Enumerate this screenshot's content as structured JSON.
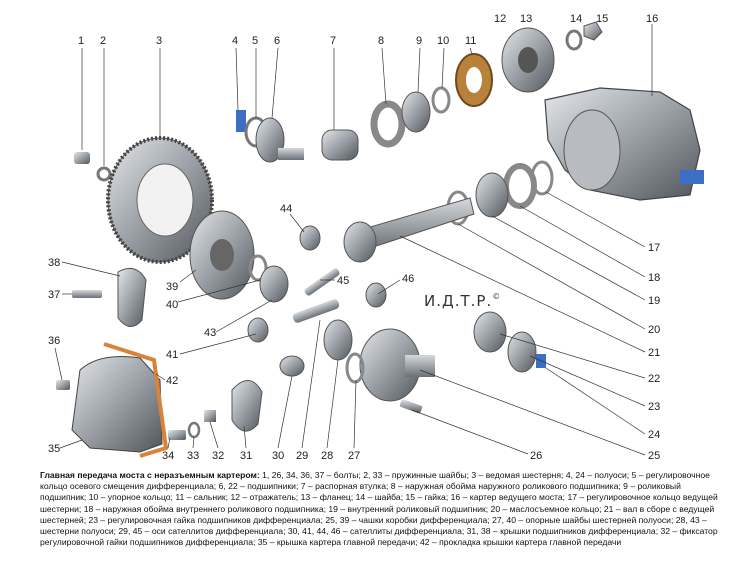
{
  "watermark": "И.Д.Т.Р.",
  "copyright": "©",
  "callouts": [
    "1",
    "2",
    "3",
    "4",
    "5",
    "6",
    "7",
    "8",
    "9",
    "10",
    "11",
    "12",
    "13",
    "14",
    "15",
    "16",
    "17",
    "18",
    "19",
    "20",
    "21",
    "22",
    "23",
    "24",
    "25",
    "26",
    "27",
    "28",
    "29",
    "30",
    "31",
    "32",
    "33",
    "34",
    "35",
    "36",
    "37",
    "38",
    "39",
    "40",
    "41",
    "42",
    "43",
    "44",
    "45",
    "46"
  ],
  "caption": {
    "title": "Главная передача моста с неразъемным картером:",
    "text": "1, 26, 34, 36, 37 – болты; 2, 33 – пружинные шайбы; 3 – ведомая шестерня; 4, 24 – полуоси; 5 – регулировочное кольцо осевого смещения дифференциала; 6, 22 – подшипники; 7 – распорная втулка; 8 – наружная обойма наружного роликового подшипника; 9 – роликовый подшипник; 10 – упорное кольцо; 11 – сальник; 12 – отражатель; 13 – фланец; 14 – шайба; 15 – гайка; 16 – картер ведущего моста; 17 – регулировочное кольцо ведущей шестерни; 18 – наружная обойма внутреннего роликового подшипника; 19 – внутренний роликовый подшипник; 20 – маслосъемное кольцо; 21 – вал в сборе с ведущей шестерней; 23 – регулировочная гайка подшипников дифференциала; 25, 39 – чашки коробки дифференциала; 27, 40 – опорные шайбы шестерней полуоси; 28, 43 – шестерни полуоси; 29, 45 – оси сателлитов дифференциала; 30, 41, 44, 46 – сателлиты дифференциала; 31, 38 – крышки подшипников дифференциала; 32 – фиксатор регулировочной гайки подшипников дифференциала; 35 – крышка картера главной передачи; 42 – прокладка крышки картера главной передачи"
  },
  "colors": {
    "metal": "#9aa0a6",
    "metal_dark": "#5f656b",
    "metal_light": "#d5d9dd",
    "seal": "#b8823a",
    "gasket": "#d9823a",
    "accent_blue": "#3a6fc4"
  }
}
